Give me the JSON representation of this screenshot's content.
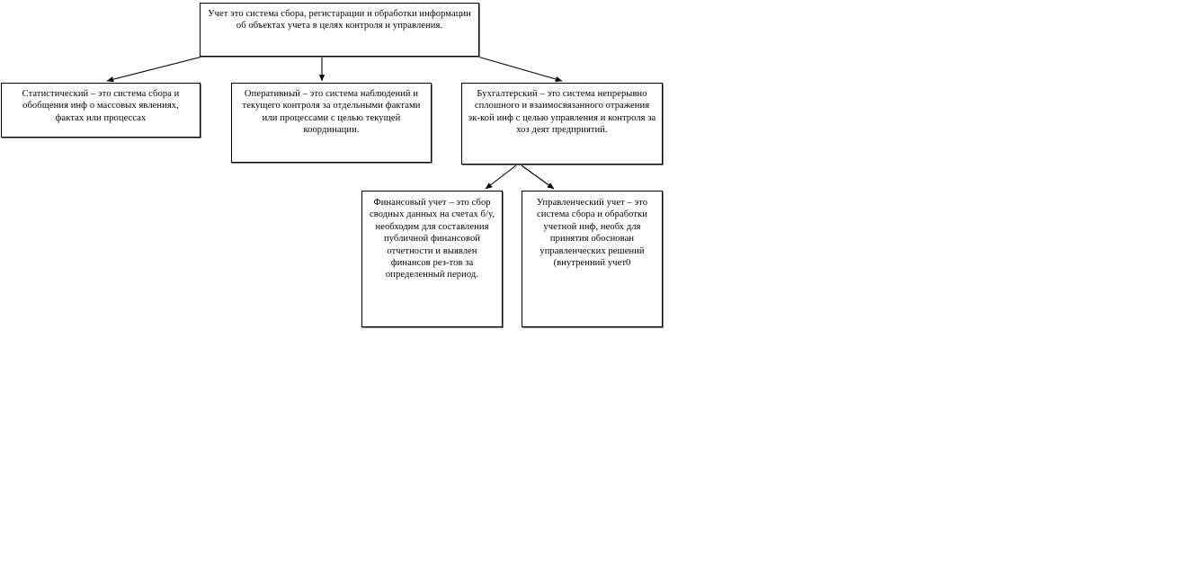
{
  "diagram": {
    "type": "flowchart",
    "title_node": "root",
    "nodes": [
      {
        "id": "root",
        "name": "accounting-definition-node",
        "text": "Учет это система сбора, регистарации и обработки информации об объектах учета в целях контроля и управления."
      },
      {
        "id": "statistical",
        "name": "statistical-accounting-node",
        "text": "Статистический – это система сбора и обобщения инф о массовых явлениях, фактах или процессах"
      },
      {
        "id": "operational",
        "name": "operational-accounting-node",
        "text": "Оперативный – это система наблюдений и текущего контроля за отдельными фактами или процессами с целью текущей координации."
      },
      {
        "id": "accounting",
        "name": "bookkeeping-accounting-node",
        "text": "Бухгалтерский – это система непрерывно сплошного и взаимосвязанного отражения эк-кой инф с целью управления и контроля за хоз деят предприятий."
      },
      {
        "id": "financial",
        "name": "financial-accounting-node",
        "text": "Финансовый учет – это сбор сводных данных на счетах б/у, необходим для составления публичной финансовой отчетности и выявлен финансов рез-тов за определенный период."
      },
      {
        "id": "managerial",
        "name": "managerial-accounting-node",
        "text": "Управленческий учет – это система сбора и обработки учетной инф, необх для принятия обоснован управленческих решений (внутренний учет0"
      }
    ],
    "edges": [
      {
        "from": "root",
        "to": "statistical",
        "style": "elbow-diagonal-arrow"
      },
      {
        "from": "root",
        "to": "operational",
        "style": "straight-vertical-arrow"
      },
      {
        "from": "root",
        "to": "accounting",
        "style": "elbow-diagonal-arrow"
      },
      {
        "from": "accounting",
        "to": "financial",
        "style": "diagonal-arrow"
      },
      {
        "from": "accounting",
        "to": "managerial",
        "style": "diagonal-arrow"
      }
    ],
    "colors": {
      "border": "#000000",
      "shadow": "#808080",
      "background": "#ffffff",
      "text": "#000000",
      "connector": "#000000"
    }
  }
}
